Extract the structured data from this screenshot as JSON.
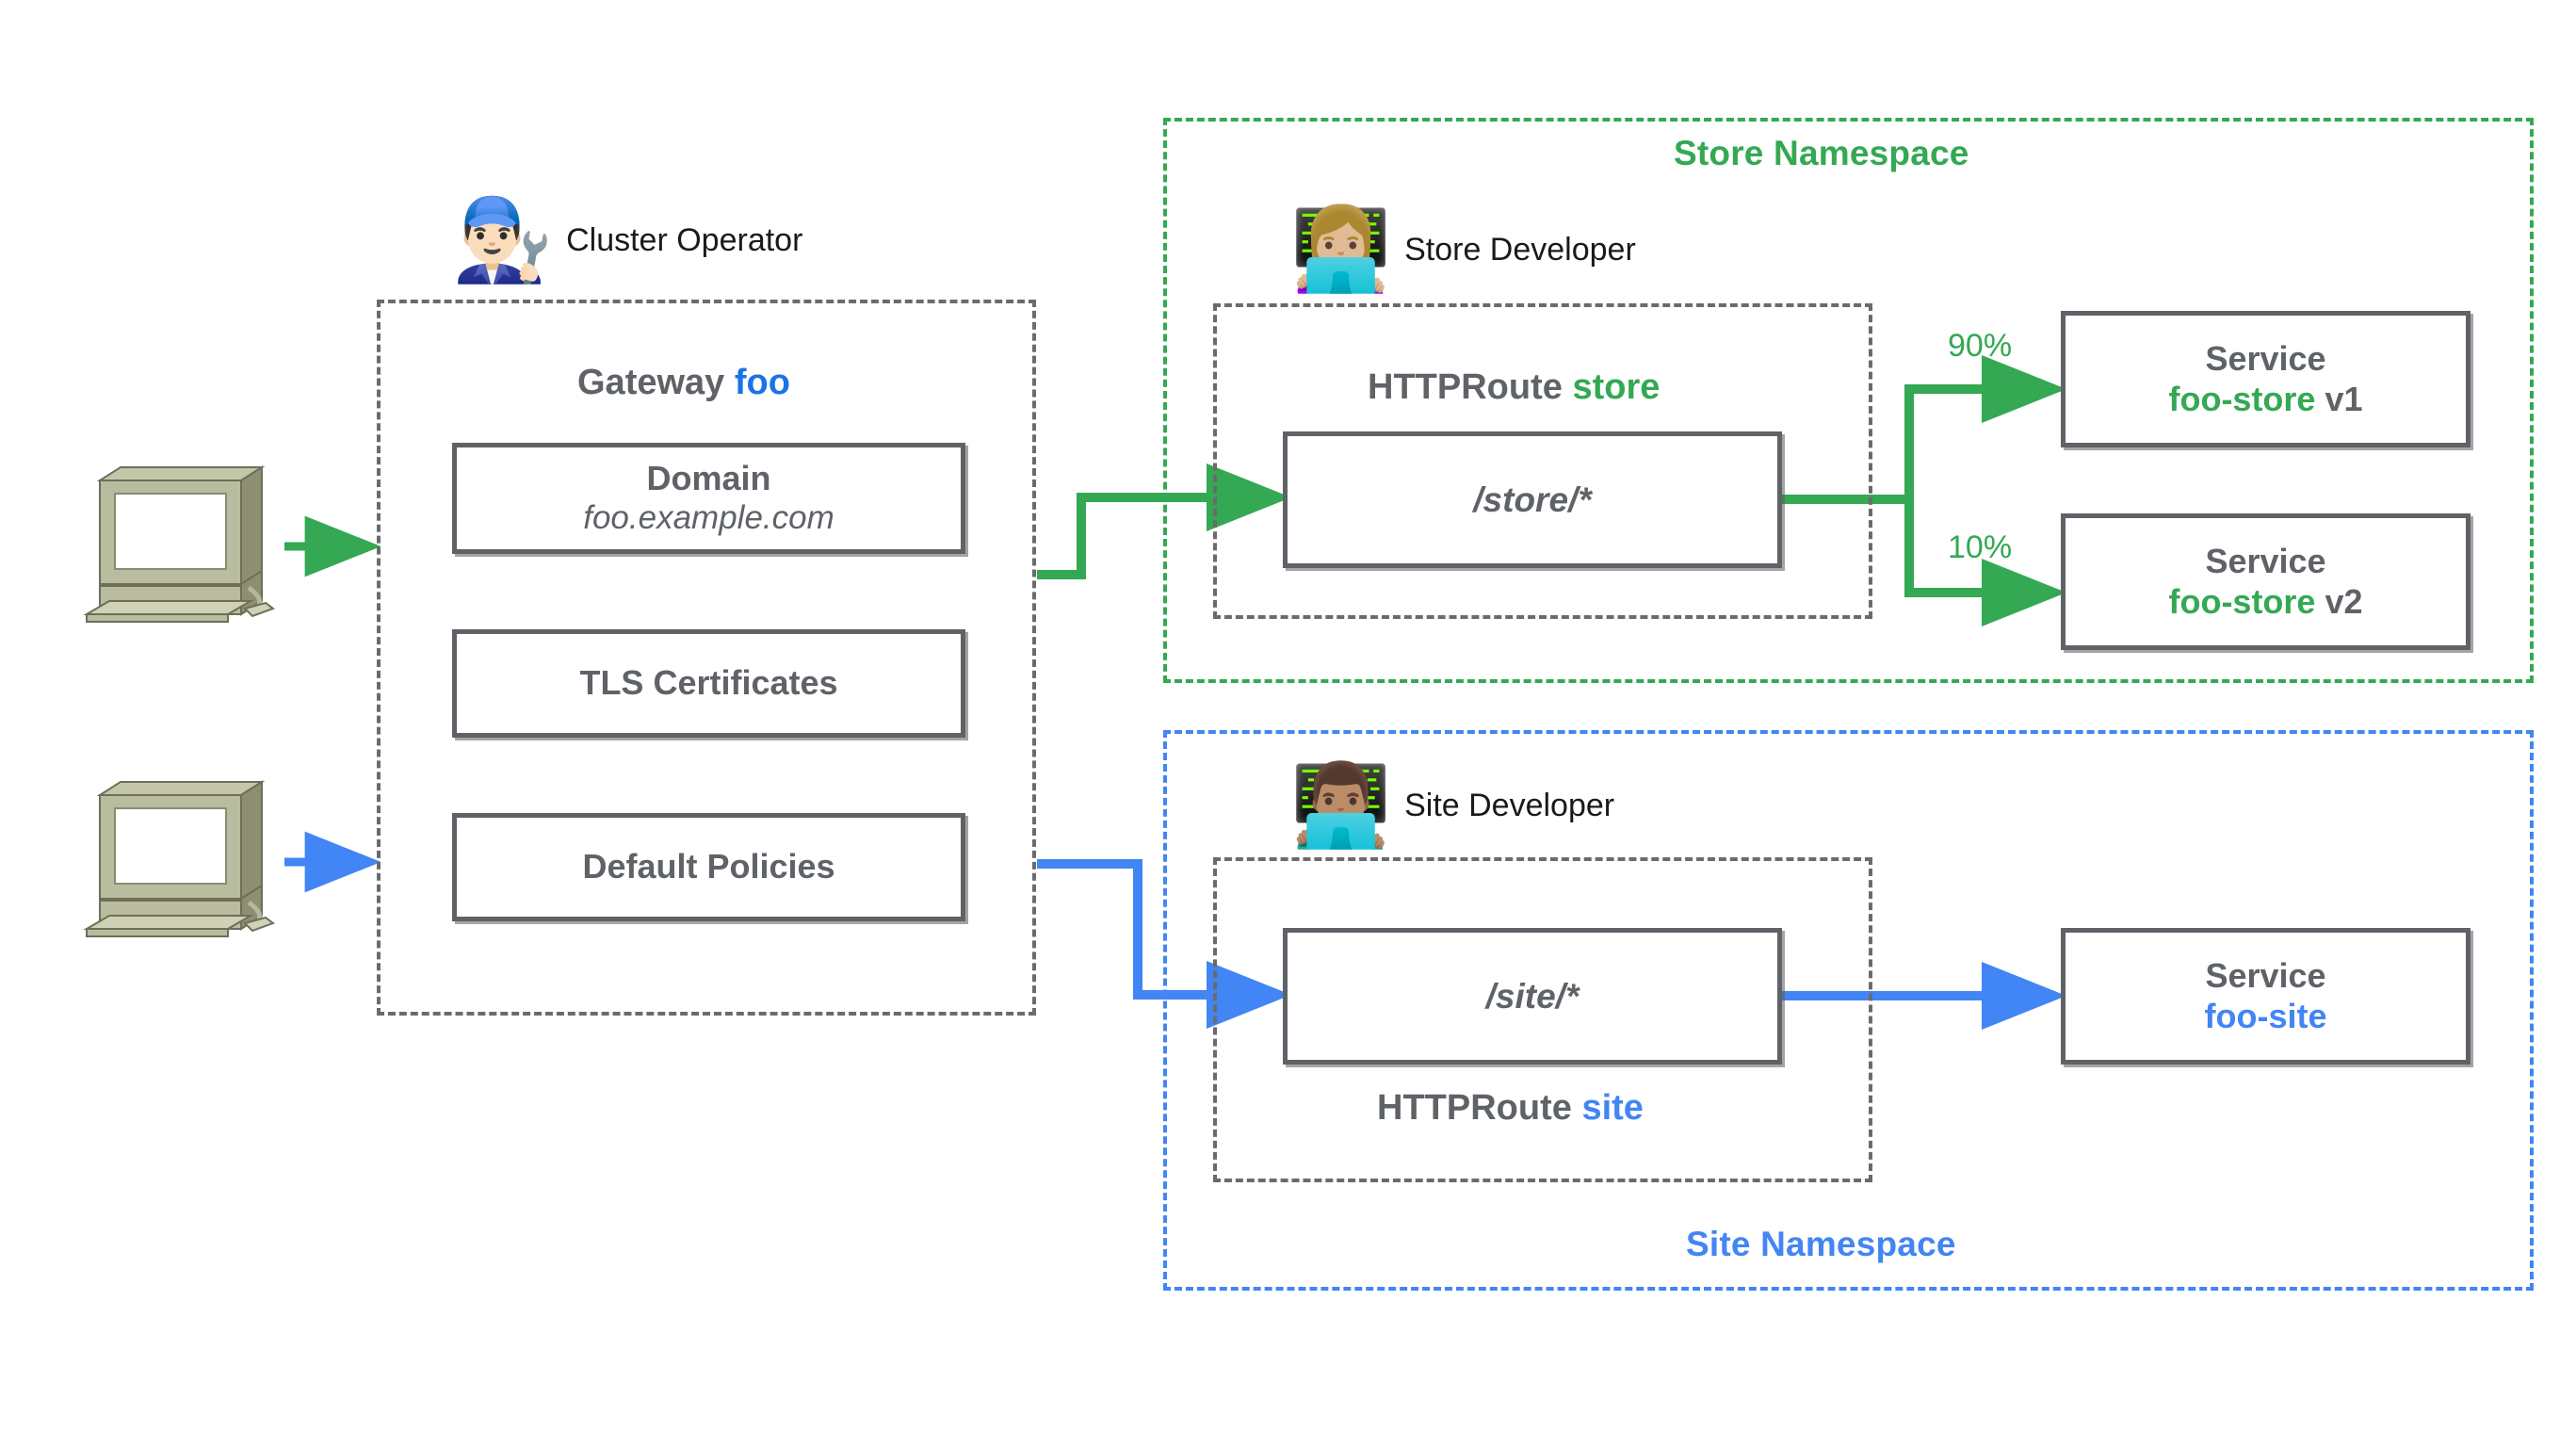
{
  "diagram": {
    "title": "Kubernetes Gateway API role-oriented routing",
    "colors": {
      "green": "#34A853",
      "blue": "#4285F4",
      "deep_blue": "#1A73E8",
      "gray": "#5f6368",
      "dashed_gray": "#6b6b6b"
    }
  },
  "clients": [
    {
      "icon": "desktop-computer-icon",
      "arrow_color": "#34A853"
    },
    {
      "icon": "desktop-computer-icon",
      "arrow_color": "#4285F4"
    }
  ],
  "cluster": {
    "persona": {
      "emoji": "👨🏻‍🔧",
      "label": "Cluster Operator",
      "icon": "man-mechanic-icon"
    },
    "group_title_prefix": "Gateway",
    "group_title_accent": "foo",
    "boxes": [
      {
        "line1": "Domain",
        "line2": "foo.example.com"
      },
      {
        "line1": "TLS Certificates",
        "line2": ""
      },
      {
        "line1": "Default Policies",
        "line2": ""
      }
    ]
  },
  "store_namespace": {
    "title": "Store Namespace",
    "persona": {
      "emoji": "👩🏼‍💻",
      "label": "Store Developer",
      "icon": "woman-technologist-icon"
    },
    "route_title_prefix": "HTTPRoute",
    "route_title_accent": "store",
    "route_path": "/store/*",
    "services": [
      {
        "label": "Service",
        "name": "foo-store",
        "version": "v1",
        "weight": "90%"
      },
      {
        "label": "Service",
        "name": "foo-store",
        "version": "v2",
        "weight": "10%"
      }
    ]
  },
  "site_namespace": {
    "title": "Site Namespace",
    "persona": {
      "emoji": "👨🏽‍💻",
      "label": "Site Developer",
      "icon": "man-technologist-icon"
    },
    "route_title_prefix": "HTTPRoute",
    "route_title_accent": "site",
    "route_path": "/site/*",
    "services": [
      {
        "label": "Service",
        "name": "foo-site",
        "version": "",
        "weight": ""
      }
    ]
  }
}
